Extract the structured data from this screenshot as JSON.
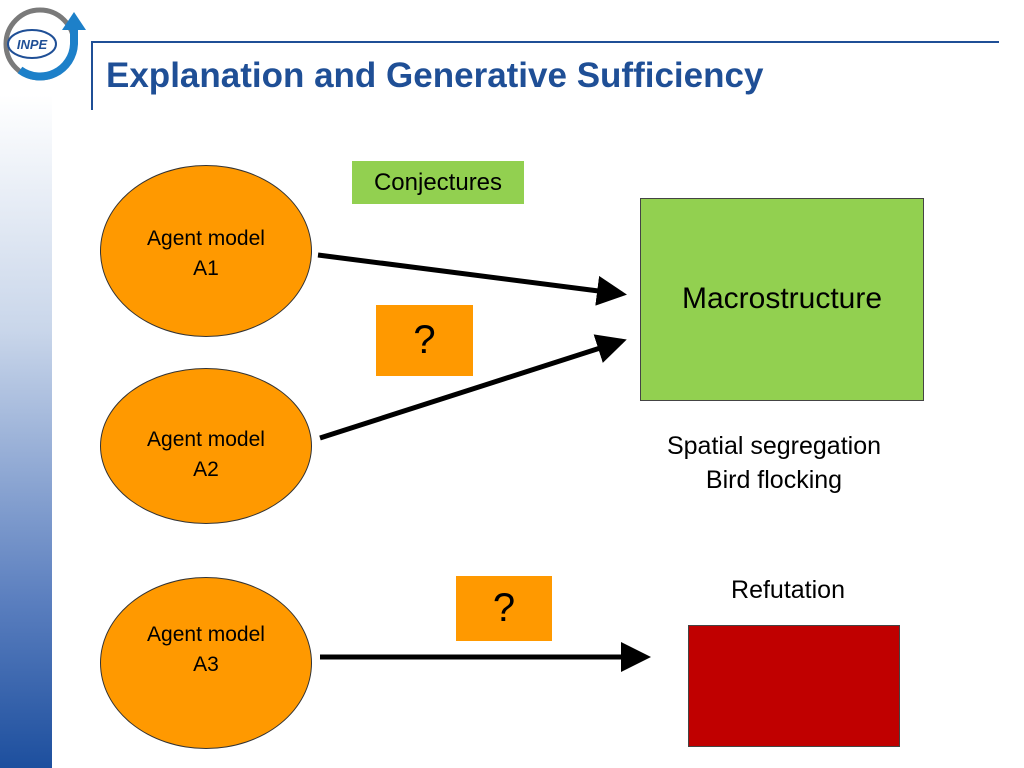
{
  "slide": {
    "title": "Explanation and Generative Sufficiency",
    "logo_text": "INPE"
  },
  "diagram": {
    "conjectures_label": "Conjectures",
    "agents": [
      {
        "line1": "Agent model",
        "line2": "A1"
      },
      {
        "line1": "Agent model",
        "line2": "A2"
      },
      {
        "line1": "Agent model",
        "line2": "A3"
      }
    ],
    "question_marks": [
      "?",
      "?"
    ],
    "macrostructure_label": "Macrostructure",
    "examples": [
      "Spatial segregation",
      "Bird flocking"
    ],
    "refutation_label": "Refutation",
    "colors": {
      "agent_fill": "#ff9900",
      "green_fill": "#92d050",
      "refutation_fill": "#c00000",
      "title_blue": "#1f4f96"
    }
  }
}
